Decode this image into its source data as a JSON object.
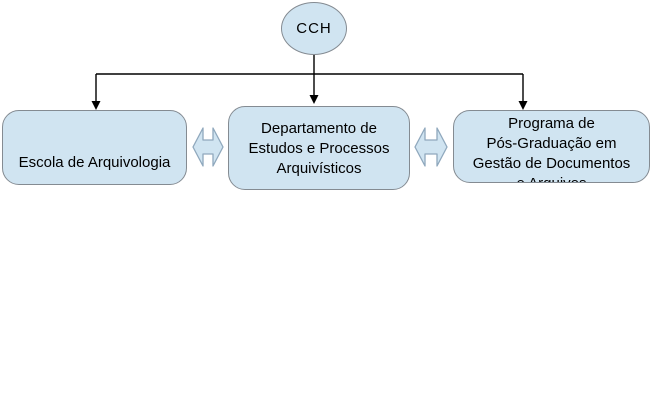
{
  "colors": {
    "background": "#ffffff",
    "node_fill": "#d0e4f1",
    "node_border": "#848b92",
    "arrow_fill": "#d0e4f1",
    "arrow_border": "#8fa8bd",
    "connector": "#000000"
  },
  "diagram": {
    "root": {
      "label": "CCH"
    },
    "nodes": [
      {
        "lines": [
          "Escola de Arquivologia"
        ]
      },
      {
        "lines": [
          "Departamento de",
          "Estudos e Processos",
          "Arquivísticos"
        ]
      },
      {
        "lines": [
          "Programa de",
          "Pós-Graduação em",
          "Gestão de Documentos",
          "e Arquivos"
        ]
      }
    ]
  }
}
